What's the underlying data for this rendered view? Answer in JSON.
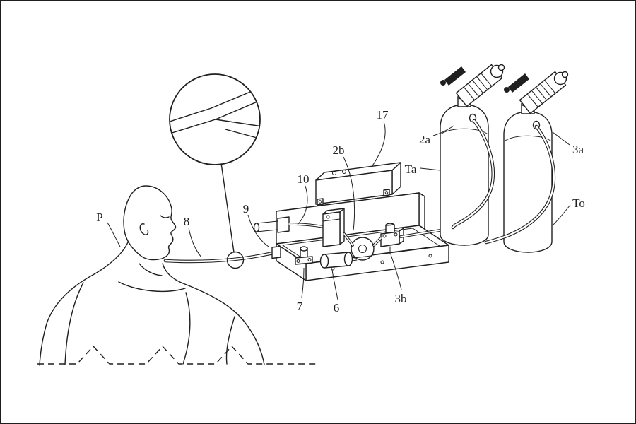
{
  "figure": {
    "background_color": "#ffffff",
    "line_color": "#1f1f1f"
  },
  "labels": {
    "p": "P",
    "n8": "8",
    "n9": "9",
    "n10": "10",
    "n17": "17",
    "n2b": "2b",
    "n3b": "3b",
    "n6": "6",
    "n7": "7",
    "n2a": "2a",
    "n3a": "3a",
    "ta": "Ta",
    "to": "To"
  }
}
